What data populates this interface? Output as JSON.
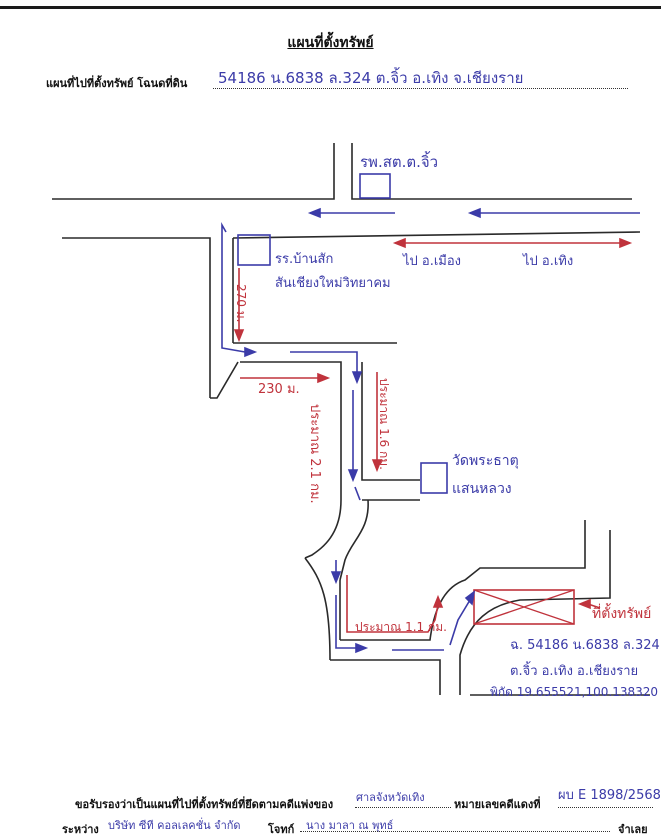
{
  "header": {
    "title": "แผนที่ตั้งทรัพย์",
    "deed_label": "แผนที่ไปที่ตั้งทรัพย์ โฉนดที่ดิน",
    "deed_value": "54186  น.6838  ล.324  ต.จิ้ว  อ.เทิง  จ.เชียงราย"
  },
  "map": {
    "labels": {
      "hospital": "รพ.สต.ต.จิ้ว",
      "school_line1": "รร.บ้านสัก",
      "school_line2": "สันเชียงใหม่วิทยาคม",
      "to_mueang": "ไป อ.เมือง",
      "to_thoeng": "ไป อ.เทิง",
      "dist_270": "270 ม.",
      "dist_230": "230 ม.",
      "dist_21": "ประมาณ 2.1 กม.",
      "dist_16": "ประมาณ 1.6 กม.",
      "temple_line1": "วัดพระธาตุ",
      "temple_line2": "แสนหลวง",
      "dist_11": "ประมาณ 1.1 กม.",
      "property": "ที่ตั้งทรัพย์",
      "prop_deed_line1": "ฉ. 54186  น.6838  ล.324",
      "prop_deed_line2": "ต.จิ้ว อ.เทิง  อ.เชียงราย",
      "prop_coords": "พิกัด 19.655521,100.138320"
    },
    "colors": {
      "road": "#2a2a2a",
      "blue_ink": "#3b3ba8",
      "red_ink": "#c0333c"
    }
  },
  "footer": {
    "certify_label": "ขอรับรองว่าเป็นแผนที่ไปที่ตั้งทรัพย์ที่ยึดตามคดีแพ่งของ",
    "court_value": "ศาลจังหวัดเทิง",
    "case_label": "หมายเลขคดีแดงที่",
    "case_value": "ผบ E 1898/2568",
    "between_label": "ระหว่าง",
    "plaintiff_value": "บริษัท ซีที คอลเลคชั่น จำกัด",
    "plaintiff_label": "โจทก์",
    "defendant_value": "นาง มาลา ณ พุทธ์",
    "defendant_label": "จำเลย"
  }
}
